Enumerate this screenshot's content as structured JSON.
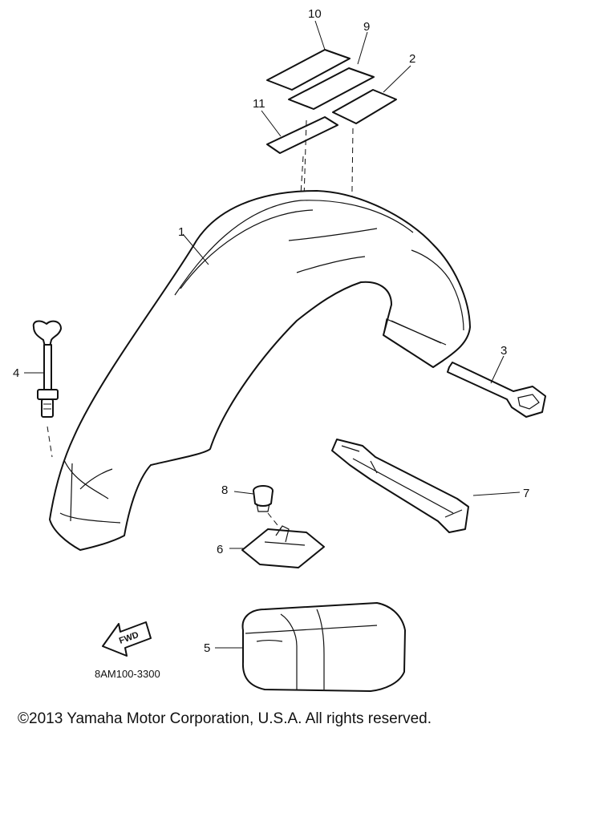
{
  "diagram": {
    "callouts": {
      "c1": "1",
      "c2": "2",
      "c3": "3",
      "c4": "4",
      "c5": "5",
      "c6": "6",
      "c7": "7",
      "c8": "8",
      "c9": "9",
      "c10": "10",
      "c11": "11"
    },
    "fwd_label": "FWD",
    "drawing_code": "8AM100-3300"
  },
  "footer": {
    "copyright": "©2013 Yamaha Motor Corporation, U.S.A. All rights reserved."
  }
}
